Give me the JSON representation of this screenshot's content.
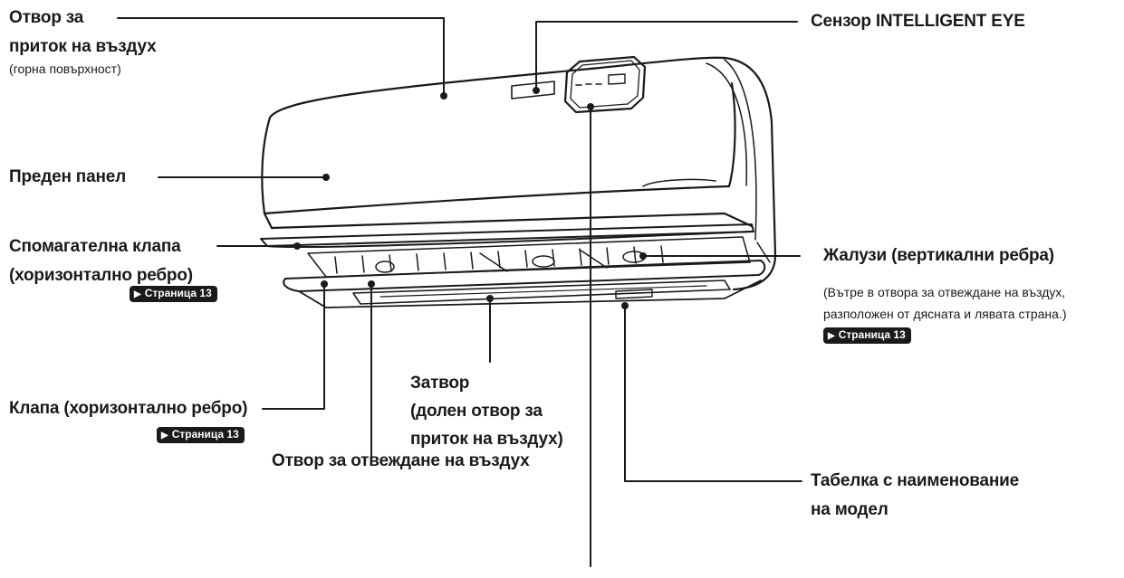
{
  "labels": {
    "intake_top_l1": "Отвор за",
    "intake_top_l2": "приток на въздух",
    "intake_top_note": "(горна повърхност)",
    "front_panel": "Преден панел",
    "aux_flap_l1": "Спомагателна клапа",
    "aux_flap_l2": "(хоризонтално ребро)",
    "flap": "Клапа (хоризонтално ребро)",
    "outlet": "Отвор за отвеждане на въздух",
    "shutter_l1": "Затвор",
    "shutter_l2": "(долен отвор за",
    "shutter_l3": "приток на въздух)",
    "sensor": "Сензор INTELLIGENT EYE",
    "louvers": "Жалузи (вертикални ребра)",
    "louvers_note_l1": "(Вътре в отвора за отвеждане на въздух,",
    "louvers_note_l2": "разположен от дясната и лявата страна.)",
    "nameplate_l1": "Табелка с наименование",
    "nameplate_l2": "на модел"
  },
  "page_ref": "Страница 13",
  "page_ref_arrow": "▶",
  "colors": {
    "line": "#1a1a1a",
    "ref_bg": "#1a1a1a",
    "ref_text": "#ffffff",
    "unit_fill": "#ffffff"
  }
}
